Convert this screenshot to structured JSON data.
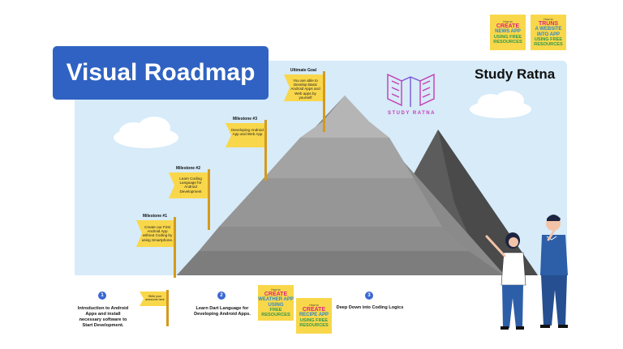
{
  "title": "Visual Roadmap",
  "brand": "Study Ratna",
  "logo_text": "STUDY RATNA",
  "flags": {
    "milestone1": {
      "label": "Milestone #1",
      "text": "Create our First Android App without Coding by using Smartphone."
    },
    "milestone2": {
      "label": "Milestone #2",
      "text": "Learn Coding Language for Android Development"
    },
    "milestone3": {
      "label": "Milestone #3",
      "text": "Developing Android App and Web App"
    },
    "goal": {
      "label": "Ultimate Goal",
      "text": "You are able to Develop Basic Android Apps and Web apps by yourself"
    },
    "small_flag": {
      "text": "Write your awesome here"
    }
  },
  "steps": [
    {
      "number": "1",
      "text": "Introduction to Android Apps and install necessary software to Start Development."
    },
    {
      "number": "2",
      "text": "Learn Dart Language for Developing Android Apps."
    },
    {
      "number": "3",
      "text": "Deep Down into Coding Logics"
    }
  ],
  "cards": {
    "news": {
      "small": "How to",
      "line1": "CREATE",
      "line2": "NEWS APP",
      "line3": "USING FREE RESOURCES"
    },
    "website": {
      "small": "How to",
      "line1": "TRUNS",
      "line2": "A WEBSITE INTO APP",
      "line3": "USING FREE RESOURCES"
    },
    "weather": {
      "small": "How to",
      "line1": "CREATE",
      "line2": "WEATHER APP USING",
      "line3": "FREE RESOURCES"
    },
    "recipe": {
      "small": "How to",
      "line1": "CREATE",
      "line2": "RECIPE APP",
      "line3": "USING FREE RESOURCES"
    }
  },
  "colors": {
    "title_bg": "#2f62c2",
    "sky": "#d7ebf9",
    "flag": "#f9d74a",
    "pole": "#d49a1c",
    "badge": "#3a67d3"
  }
}
